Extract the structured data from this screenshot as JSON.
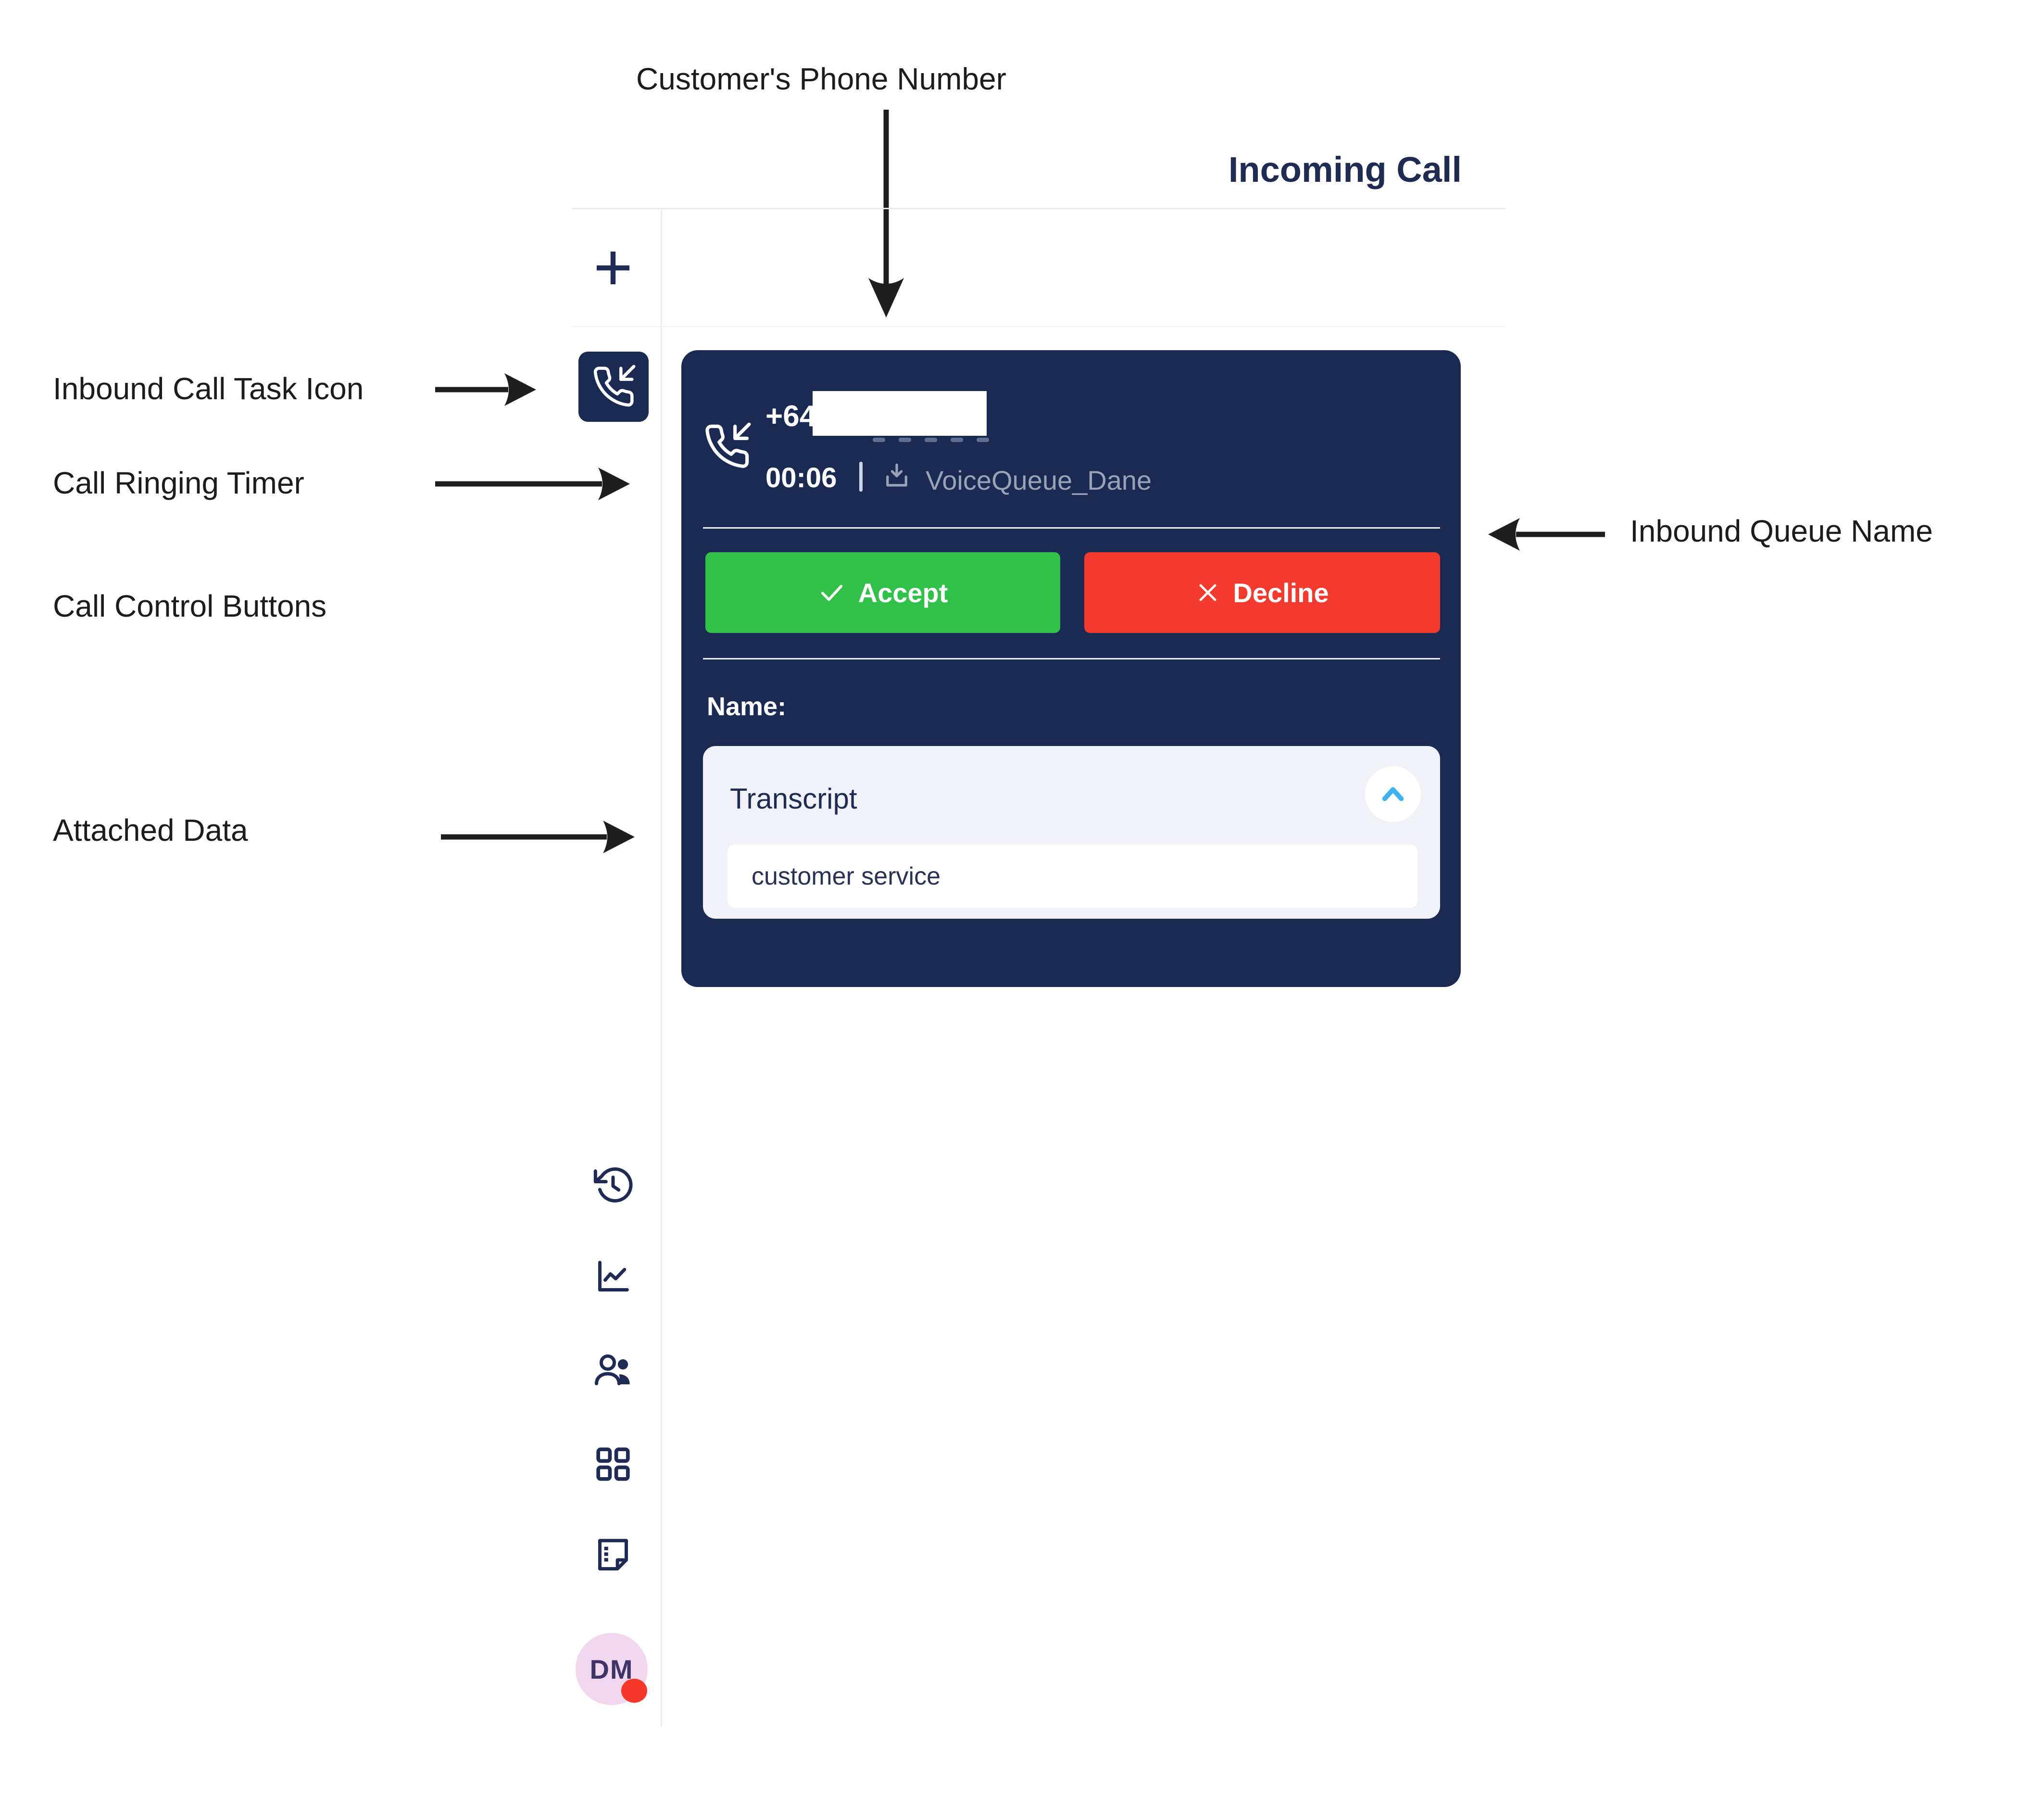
{
  "annotations": {
    "customer_phone_label": "Customer's Phone Number",
    "inbound_task_label": "Inbound Call Task Icon",
    "ringing_timer_label": "Call Ringing Timer",
    "call_controls_label": "Call Control Buttons",
    "attached_data_label": "Attached Data",
    "inbound_queue_label": "Inbound Queue Name"
  },
  "header": {
    "title": "Incoming Call"
  },
  "sidebar": {
    "avatar_initials": "DM"
  },
  "call_card": {
    "phone_number_prefix": "+64",
    "ringing_timer": "00:06",
    "separator": "|",
    "queue_name": "VoiceQueue_Dane",
    "accept_label": "Accept",
    "decline_label": "Decline",
    "name_label": "Name:",
    "transcript_title": "Transcript",
    "transcript_value": "customer service"
  },
  "colors": {
    "card_navy": "#1b2a52",
    "accent_green": "#31c14b",
    "accent_red": "#f23b2e",
    "chevron_blue": "#42b2ef",
    "queue_gray": "#99a2b6",
    "icon_navy": "#1f2b55",
    "avatar_pink": "#f0d7ee",
    "presence_red": "#f6382a"
  }
}
